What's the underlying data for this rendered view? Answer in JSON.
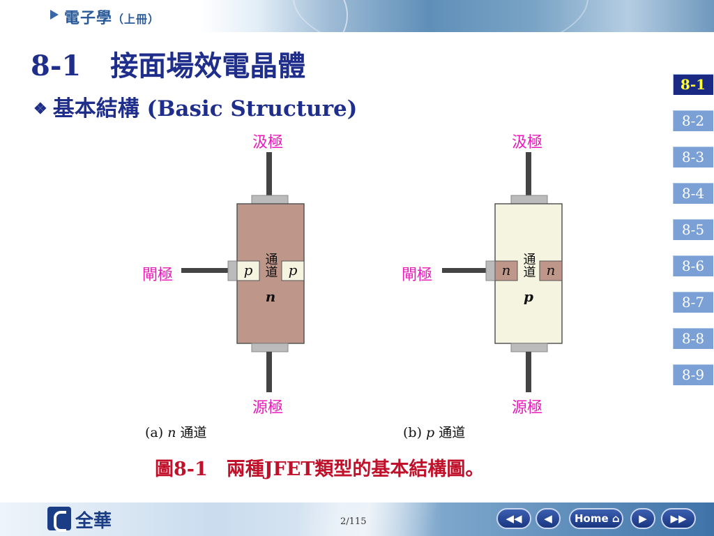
{
  "header": {
    "book_title": "電子學",
    "book_subtitle": "（上冊）"
  },
  "slide": {
    "section_number": "8-1",
    "section_title": "接面場效電晶體",
    "subtitle": "基本結構 (Basic Structure)"
  },
  "section_nav": [
    "8-1",
    "8-2",
    "8-3",
    "8-4",
    "8-5",
    "8-6",
    "8-7",
    "8-8",
    "8-9"
  ],
  "active_section": "8-1",
  "figure": {
    "a": {
      "drain": "汲極",
      "gate": "閘極",
      "source": "源極",
      "channel_letter": "n",
      "channel_text": "通道",
      "gate_region": "p",
      "caption_prefix": "(a)",
      "caption_letter": "n",
      "caption_text": "通道",
      "body_color": "#bf978a"
    },
    "b": {
      "drain": "汲極",
      "gate": "閘極",
      "source": "源極",
      "channel_letter": "p",
      "channel_text": "通道",
      "gate_region": "n",
      "caption_prefix": "(b)",
      "caption_letter": "p",
      "caption_text": "通道",
      "body_color": "#f4f4e0"
    },
    "caption": "圖8-1　兩種JFET類型的基本結構圖。"
  },
  "footer": {
    "publisher": "全華",
    "page": "2/115",
    "home_label": "Home"
  },
  "colors": {
    "title": "#1f2e8a",
    "terminal_label": "#e81cb8",
    "caption": "#c0102a",
    "nav_active": "#1a2a84",
    "nav": "#7aa0d6"
  },
  "icons": [
    "book-arrow-icon",
    "diamond-bullet-icon",
    "first-page-icon",
    "prev-page-icon",
    "home-icon",
    "next-page-icon",
    "last-page-icon"
  ]
}
